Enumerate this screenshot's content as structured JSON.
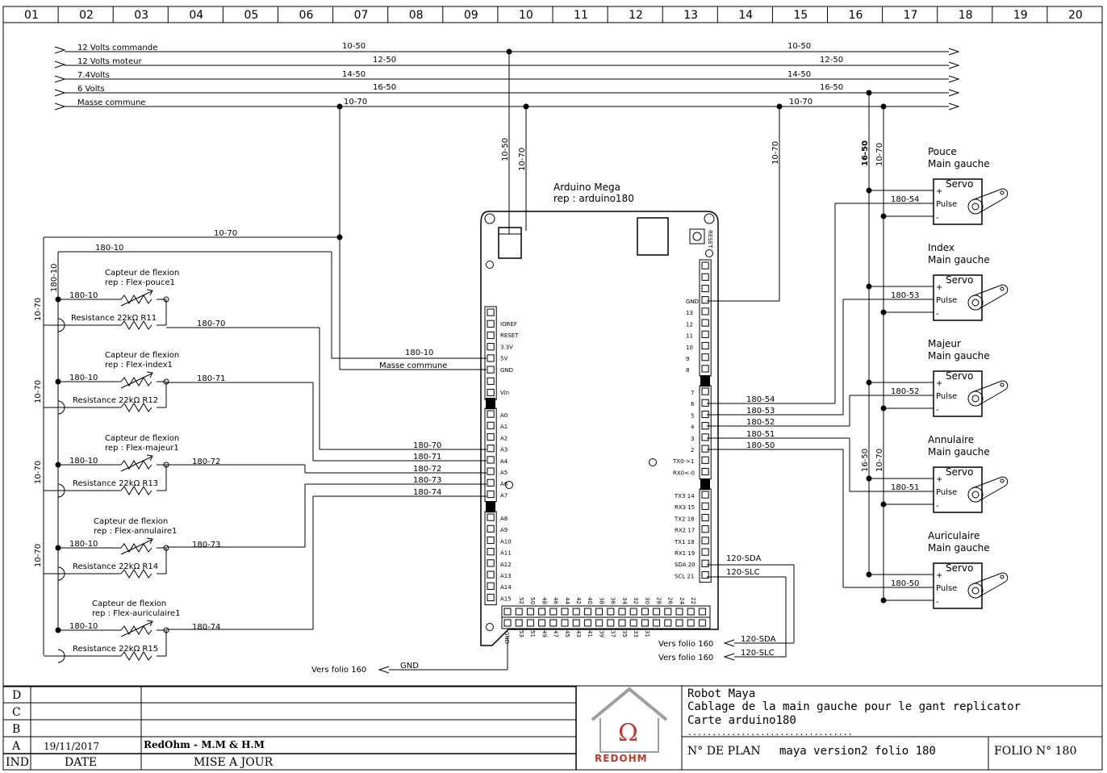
{
  "columns": [
    "01",
    "02",
    "03",
    "04",
    "05",
    "06",
    "07",
    "08",
    "09",
    "10",
    "11",
    "12",
    "13",
    "14",
    "15",
    "16",
    "17",
    "18",
    "19",
    "20"
  ],
  "rails": [
    {
      "label": "12 Volts commande",
      "left": "10-50",
      "right": "10-50"
    },
    {
      "label": "12 Volts moteur",
      "left": "12-50",
      "right": "12-50"
    },
    {
      "label": "7.4Volts",
      "left": "14-50",
      "right": "14-50"
    },
    {
      "label": "6 Volts",
      "left": "16-50",
      "right": "16-50"
    },
    {
      "label": "Masse commune",
      "left": "10-70",
      "right": "10-70"
    }
  ],
  "arduino": {
    "title": "Arduino Mega",
    "ref": "rep : arduino180",
    "reset": "RESET",
    "power_pins": [
      "IOREF",
      "RESET",
      "3.3V",
      "5V",
      "GND",
      "",
      "Vin"
    ],
    "analog_pins": [
      "A0",
      "A1",
      "A2",
      "A3",
      "A4",
      "A5",
      "A6",
      "A7",
      "A8",
      "A9",
      "A10",
      "A11",
      "A12",
      "A13",
      "A14",
      "A15"
    ],
    "right_top": [
      "GND",
      "13",
      "12",
      "11",
      "10",
      "9",
      "8"
    ],
    "right_mid": [
      "7",
      "6",
      "5",
      "4",
      "3",
      "2",
      "TX0->1",
      "RX0<-0"
    ],
    "right_bot": [
      "TX3 14",
      "RX3 15",
      "TX2 16",
      "RX2 17",
      "TX1 18",
      "RX1 19",
      "SDA 20",
      "SCL 21"
    ],
    "bottom_top": [
      "52",
      "50",
      "48",
      "46",
      "44",
      "42",
      "40",
      "38",
      "36",
      "34",
      "32",
      "30",
      "28",
      "26",
      "24",
      "22"
    ],
    "bottom_bot": [
      "53",
      "51",
      "49",
      "47",
      "45",
      "43",
      "41",
      "39",
      "37",
      "35",
      "33",
      "31"
    ],
    "gnd_label": "GND"
  },
  "wires": {
    "v10_50": "10-50",
    "v10_70": "10-70",
    "v180_10": "180-10",
    "w5v": "180-10",
    "wgnd": "Masse commune",
    "top_10_70": "10-70",
    "a3": "180-70",
    "a4": "180-71",
    "a5": "180-72",
    "a6": "180-73",
    "a7": "180-74",
    "p6": "180-54",
    "p5": "180-53",
    "p4": "180-52",
    "p3": "180-51",
    "p2": "180-50",
    "sda": "120-SDA",
    "scl": "120-SLC",
    "right_16_50": "16-50",
    "right_10_70": "10-70",
    "right_16_50_b": "16-50",
    "right_10_70_b": "10-70"
  },
  "left_vertical_labels": [
    "10-70",
    "10-70",
    "10-70",
    "10-70"
  ],
  "sensors": [
    {
      "name": "Capteur de flexion",
      "ref": "rep : Flex-pouce1",
      "resistor": "Resistance  22kΩ  R11",
      "in": "180-10",
      "out": "180-70"
    },
    {
      "name": "Capteur de flexion",
      "ref": "rep : Flex-index1",
      "resistor": "Resistance  22kΩ  R12",
      "in": "180-10",
      "out": "180-71"
    },
    {
      "name": "Capteur de flexion",
      "ref": "rep : Flex-majeur1",
      "resistor": "Resistance  22kΩ  R13",
      "in": "180-10",
      "out": "180-72"
    },
    {
      "name": "Capteur de flexion",
      "ref": "rep : Flex-annulaire1",
      "resistor": "Resistance  22kΩ  R14",
      "in": "180-10",
      "out": "180-73"
    },
    {
      "name": "Capteur de flexion",
      "ref": "rep : Flex-auriculaire1",
      "resistor": "Resistance  22kΩ  R15",
      "in": "180-10",
      "out": "180-74"
    }
  ],
  "servos": [
    {
      "finger": "Pouce",
      "hand": "Main gauche",
      "box": "Servo",
      "plus": "+",
      "pulse": "Pulse",
      "minus": "-",
      "wire": "180-54"
    },
    {
      "finger": "Index",
      "hand": "Main gauche",
      "box": "Servo",
      "plus": "+",
      "pulse": "Pulse",
      "minus": "-",
      "wire": "180-53"
    },
    {
      "finger": "Majeur",
      "hand": "Main gauche",
      "box": "Servo",
      "plus": "+",
      "pulse": "Pulse",
      "minus": "-",
      "wire": "180-52"
    },
    {
      "finger": "Annulaire",
      "hand": "Main gauche",
      "box": "Servo",
      "plus": "+",
      "pulse": "Pulse",
      "minus": "-",
      "wire": "180-51"
    },
    {
      "finger": "Auriculaire",
      "hand": "Main gauche",
      "box": "Servo",
      "plus": "+",
      "pulse": "Pulse",
      "minus": "-",
      "wire": "180-50"
    }
  ],
  "offpage": [
    {
      "text": "Vers folio 160",
      "wire": "GND"
    },
    {
      "text": "Vers folio 160",
      "wire": "120-SDA"
    },
    {
      "text": "Vers folio 160",
      "wire": "120-SLC"
    }
  ],
  "title_block": {
    "rows": [
      "D",
      "C",
      "B",
      "A"
    ],
    "ind": "IND",
    "date_header": "DATE",
    "maj_header": "MISE A JOUR",
    "date": "19/11/2017",
    "author": "RedOhm  -  M.M & H.M",
    "logo_text": "REDOHM",
    "line1": "Robot Maya",
    "line2": "Cablage de la main gauche pour le gant replicator",
    "line3": "Carte arduino180",
    "line4": "..................................",
    "plan_label": "N° DE PLAN",
    "plan_value": "maya version2 folio 180",
    "folio": "FOLIO N° 180"
  },
  "colors": {
    "logo_red": "#c0392b",
    "logo_grey": "#9e9e9e"
  }
}
